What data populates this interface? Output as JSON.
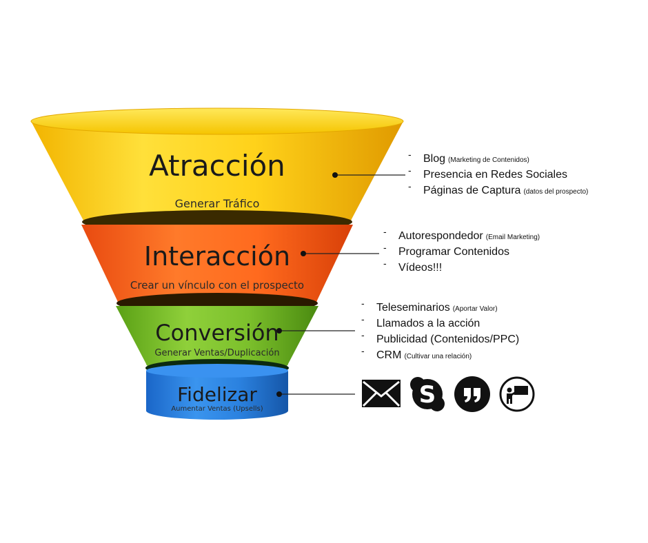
{
  "colors": {
    "attraction": "#ffd81a",
    "interaction": "#ff6a1e",
    "conversion": "#7cc02c",
    "loyalty": "#2b82e0",
    "dark": "#111111"
  },
  "stages": [
    {
      "title": "Atracción",
      "subtitle": "Generar Tráfico",
      "items": [
        {
          "text": "Blog",
          "note": "(Marketing de Contenidos)"
        },
        {
          "text": "Presencia en Redes Sociales",
          "note": ""
        },
        {
          "text": "Páginas de Captura",
          "note": "(datos del prospecto)"
        }
      ]
    },
    {
      "title": "Interacción",
      "subtitle": "Crear un vínculo con el prospecto",
      "items": [
        {
          "text": "Autorespondedor",
          "note": "(Email Marketing)"
        },
        {
          "text": "Programar Contenidos",
          "note": ""
        },
        {
          "text": "Vídeos!!!",
          "note": ""
        }
      ]
    },
    {
      "title": "Conversión",
      "subtitle": "Generar Ventas/Duplicación",
      "items": [
        {
          "text": "Teleseminarios",
          "note": "(Aportar Valor)"
        },
        {
          "text": "Llamados a la acción",
          "note": ""
        },
        {
          "text": "Publicidad (Contenidos/PPC)",
          "note": ""
        },
        {
          "text": "CRM",
          "note": "(Cultivar una relación)"
        }
      ]
    },
    {
      "title": "Fidelizar",
      "subtitle": "Aumentar Ventas (Upsells)",
      "icons": [
        "envelope-icon",
        "skype-icon",
        "quote-icon",
        "presenter-icon"
      ]
    }
  ],
  "bullet_marker": "-"
}
